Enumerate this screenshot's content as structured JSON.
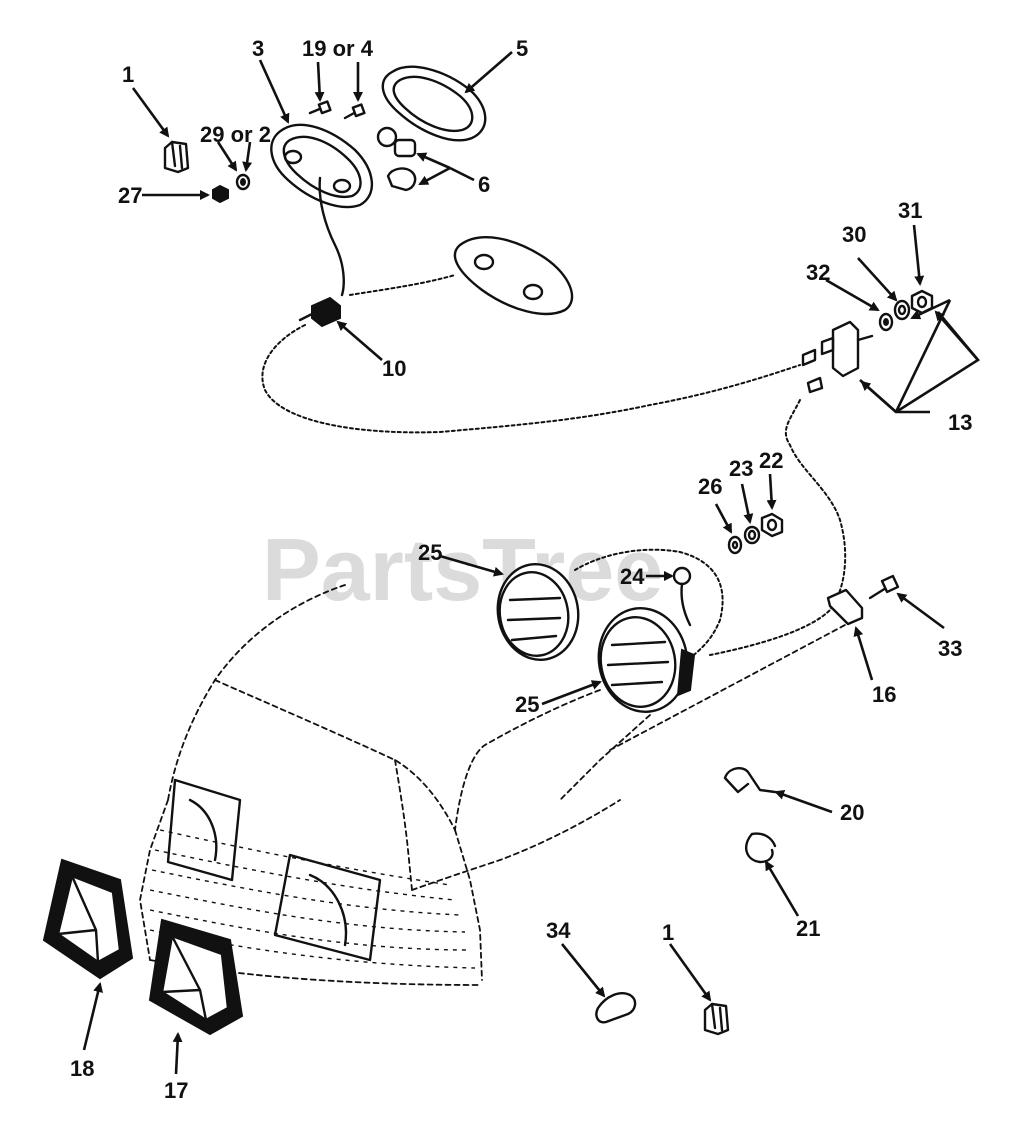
{
  "watermark": "PartsTree",
  "callouts": [
    {
      "id": "c1a",
      "label": "1"
    },
    {
      "id": "c3",
      "label": "3"
    },
    {
      "id": "c19",
      "label": "19 or 4"
    },
    {
      "id": "c5",
      "label": "5"
    },
    {
      "id": "c29",
      "label": "29 or 2"
    },
    {
      "id": "c27",
      "label": "27"
    },
    {
      "id": "c6",
      "label": "6"
    },
    {
      "id": "c10",
      "label": "10"
    },
    {
      "id": "c31",
      "label": "31"
    },
    {
      "id": "c30",
      "label": "30"
    },
    {
      "id": "c32",
      "label": "32"
    },
    {
      "id": "c13",
      "label": "13"
    },
    {
      "id": "c26",
      "label": "26"
    },
    {
      "id": "c23",
      "label": "23"
    },
    {
      "id": "c22",
      "label": "22"
    },
    {
      "id": "c25a",
      "label": "25"
    },
    {
      "id": "c24",
      "label": "24"
    },
    {
      "id": "c25b",
      "label": "25"
    },
    {
      "id": "c33",
      "label": "33"
    },
    {
      "id": "c16",
      "label": "16"
    },
    {
      "id": "c20",
      "label": "20"
    },
    {
      "id": "c21",
      "label": "21"
    },
    {
      "id": "c34",
      "label": "34"
    },
    {
      "id": "c1b",
      "label": "1"
    },
    {
      "id": "c18",
      "label": "18"
    },
    {
      "id": "c17",
      "label": "17"
    }
  ]
}
